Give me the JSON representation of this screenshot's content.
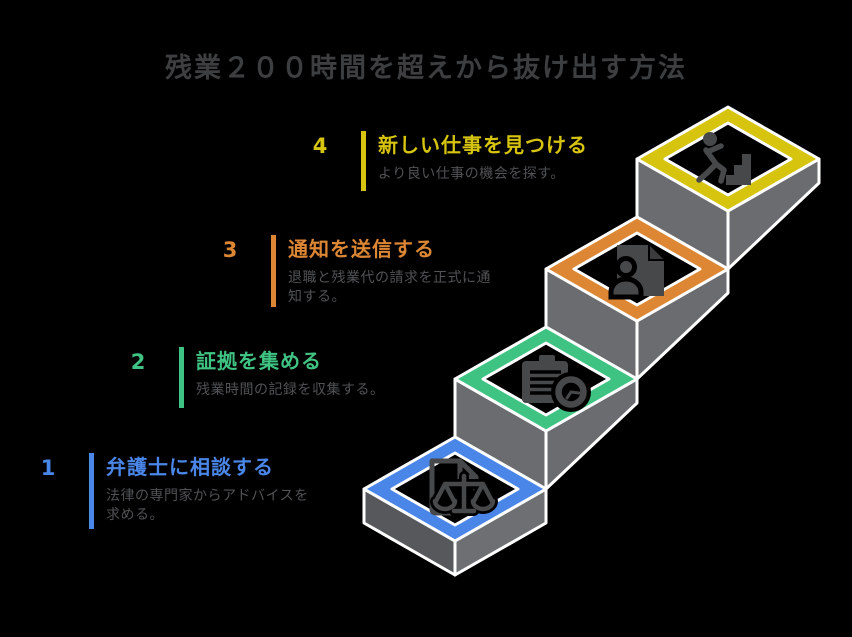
{
  "page": {
    "background": "#000000"
  },
  "header": {
    "title": "残業２００時間を超えから抜け出す方法",
    "color": "#3d3e40"
  },
  "colors": {
    "outline": "#ffffff",
    "wall": "#6b6c6f",
    "wall_dark": "#57585c",
    "wall_light": "#6e6f72",
    "icon": "#47484a",
    "icon_shade": "#3a3b3d",
    "description_text": "#515255",
    "background": "#000000"
  },
  "steps": [
    {
      "number": "1",
      "title": "弁護士に相談する",
      "description": "法律の専門家からアドバイスを求める。",
      "color": "#4a86e8",
      "icon": "scales-document-icon"
    },
    {
      "number": "2",
      "title": "証拠を集める",
      "description": "残業時間の記録を収集する。",
      "color": "#3fc383",
      "icon": "clipboard-clock-icon"
    },
    {
      "number": "3",
      "title": "通知を送信する",
      "description": "退職と残業代の請求を正式に通知する。",
      "color": "#dd8633",
      "icon": "person-document-icon"
    },
    {
      "number": "4",
      "title": "新しい仕事を見つける",
      "description": "より良い仕事の機会を探す。",
      "color": "#d6c40f",
      "icon": "climbing-stairs-icon"
    }
  ]
}
